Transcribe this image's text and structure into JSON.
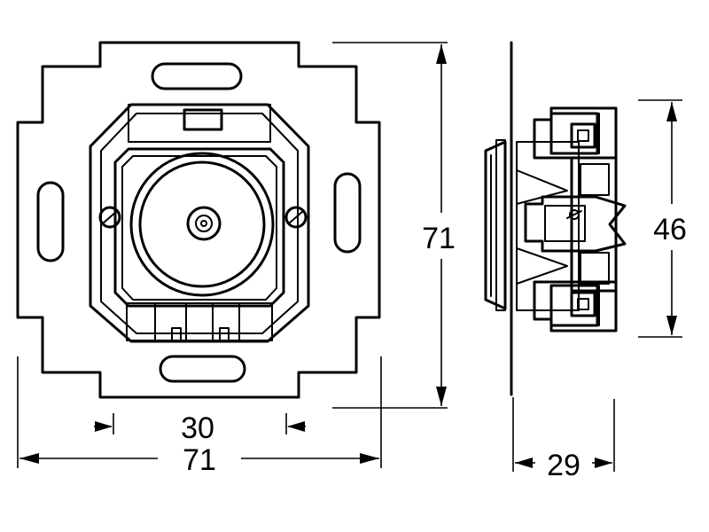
{
  "dimensions": {
    "front_width_outer": "71",
    "front_height_outer": "71",
    "front_width_inner": "30",
    "side_height": "46",
    "side_depth": "29"
  }
}
